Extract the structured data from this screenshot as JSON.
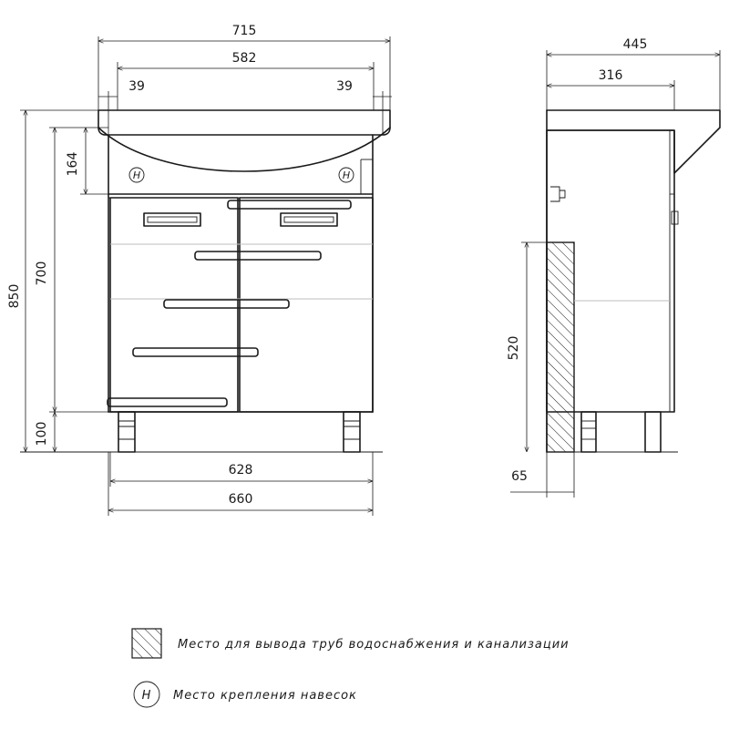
{
  "front_view": {
    "dims": {
      "width_top": "715",
      "width_basin": "582",
      "offset_left": "39",
      "offset_right": "39",
      "height_top": "164",
      "height_cabinet": "700",
      "height_total": "850",
      "height_legs": "100",
      "width_cabinet": "628",
      "width_base": "660"
    }
  },
  "side_view": {
    "dims": {
      "depth_top": "445",
      "depth_cabinet": "316",
      "pipe_zone_height": "520",
      "pipe_zone_offset": "65"
    }
  },
  "legend": {
    "pipes_text": "Место для вывода труб водоснабжения и канализации",
    "mount_text": "Место крепления навесок",
    "mount_symbol": "H"
  },
  "colors": {
    "line": "#1a1a1a",
    "ghost": "#bdbdbd"
  }
}
